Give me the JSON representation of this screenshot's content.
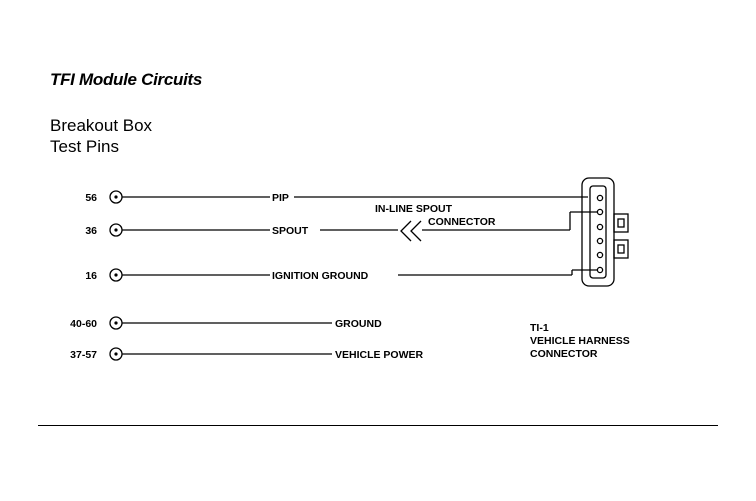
{
  "title": "TFI Module Circuits",
  "subtitle_line1": "Breakout Box",
  "subtitle_line2": "Test Pins",
  "pins": [
    {
      "number": "56",
      "label": "PIP"
    },
    {
      "number": "36",
      "label": "SPOUT"
    },
    {
      "number": "16",
      "label": "IGNITION GROUND"
    },
    {
      "number": "40-60",
      "label": "GROUND"
    },
    {
      "number": "37-57",
      "label": "VEHICLE POWER"
    }
  ],
  "spout_connector_line1": "IN-LINE SPOUT",
  "spout_connector_line2": "CONNECTOR",
  "harness_line1": "TI-1",
  "harness_line2": "VEHICLE HARNESS",
  "harness_line3": "CONNECTOR"
}
